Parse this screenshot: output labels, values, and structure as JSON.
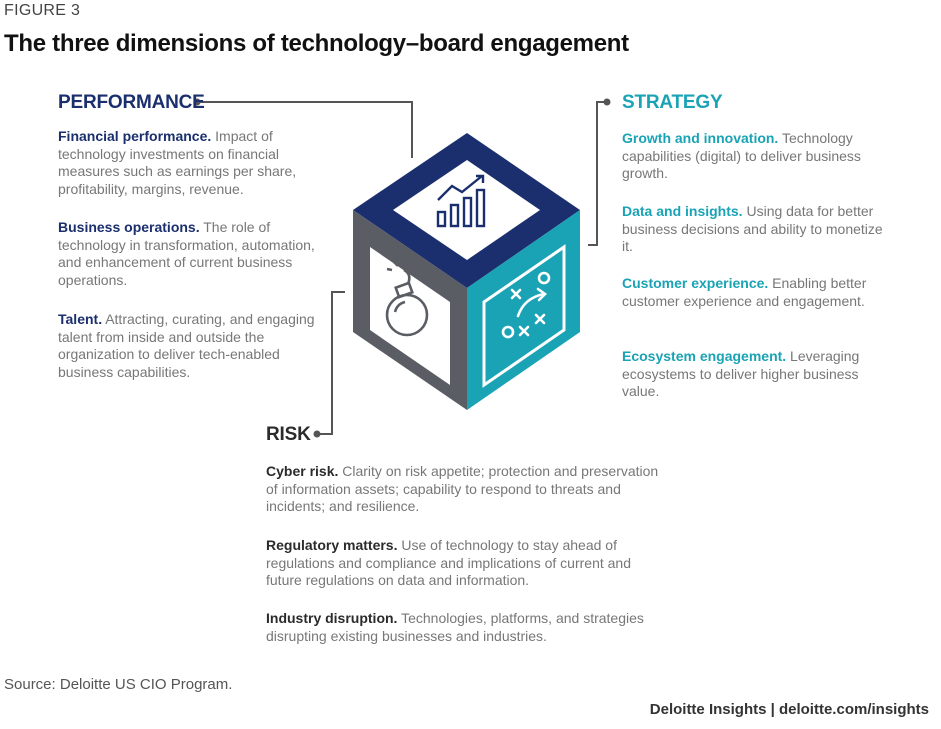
{
  "figure_label": "FIGURE 3",
  "title": "The three dimensions of technology–board engagement",
  "performance": {
    "heading": "PERFORMANCE",
    "items": [
      {
        "term": "Financial performance.",
        "text": " Impact of technology investments on financial measures such as earnings per share, profitability, margins, revenue."
      },
      {
        "term": "Business operations.",
        "text": " The role of technology in transformation, automation, and enhancement of current business operations."
      },
      {
        "term": "Talent.",
        "text": " Attracting, curating, and engaging talent from inside and outside the organization to deliver tech-enabled business capabilities."
      }
    ]
  },
  "strategy": {
    "heading": "STRATEGY",
    "items": [
      {
        "term": "Growth and innovation.",
        "text": " Technology capabilities (digital) to deliver business growth."
      },
      {
        "term": "Data and insights.",
        "text": " Using data for better business decisions and ability to monetize it."
      },
      {
        "term": "Customer experience.",
        "text": " Enabling better customer experience and engagement."
      },
      {
        "term": "Ecosystem engagement.",
        "text": " Leveraging ecosystems to deliver higher business value."
      }
    ]
  },
  "risk": {
    "heading": "RISK",
    "items": [
      {
        "term": "Cyber risk.",
        "text": " Clarity on risk appetite; protection and preservation of information assets; capability to respond to threats and incidents; and resilience."
      },
      {
        "term": "Regulatory matters.",
        "text": " Use of technology to stay ahead of regulations and compliance and implications of current and future regulations on data and information."
      },
      {
        "term": "Industry disruption.",
        "text": " Technologies, platforms, and strategies disrupting existing businesses and industries."
      }
    ]
  },
  "icons": {
    "top": "bar-chart-trend-icon",
    "left": "bomb-icon",
    "right": "strategy-play-icon"
  },
  "colors": {
    "performance": "#1b2f6e",
    "strategy": "#1aa3b5",
    "risk": "#5a5d63"
  },
  "source": "Source: Deloitte US CIO Program.",
  "credit": "Deloitte Insights | deloitte.com/insights"
}
